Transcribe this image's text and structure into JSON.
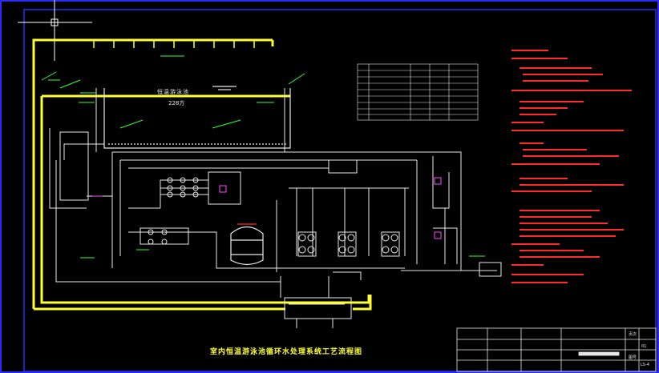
{
  "drawing": {
    "title": "室内恒温游泳池循环水处理系统工艺流程图",
    "pool_name": "恒温游泳池",
    "pool_volume": "228方"
  },
  "title_block": {
    "sheet_label": "页次",
    "sheet_no": "01",
    "scale_label": "图号",
    "scale_value": "LS-4"
  },
  "colors": {
    "background": "#000000",
    "frame": "#2a2aff",
    "supply_pipe": "#ffff33",
    "process_line": "#e8e8e8",
    "notes_text": "#ff2a2a",
    "labels": "#33ff33",
    "equipment": "#ff44ff"
  },
  "icons": [
    "crosshair-cursor-icon",
    "fan-unit-icon",
    "pump-icon",
    "sand-filter-icon",
    "valve-icon"
  ]
}
